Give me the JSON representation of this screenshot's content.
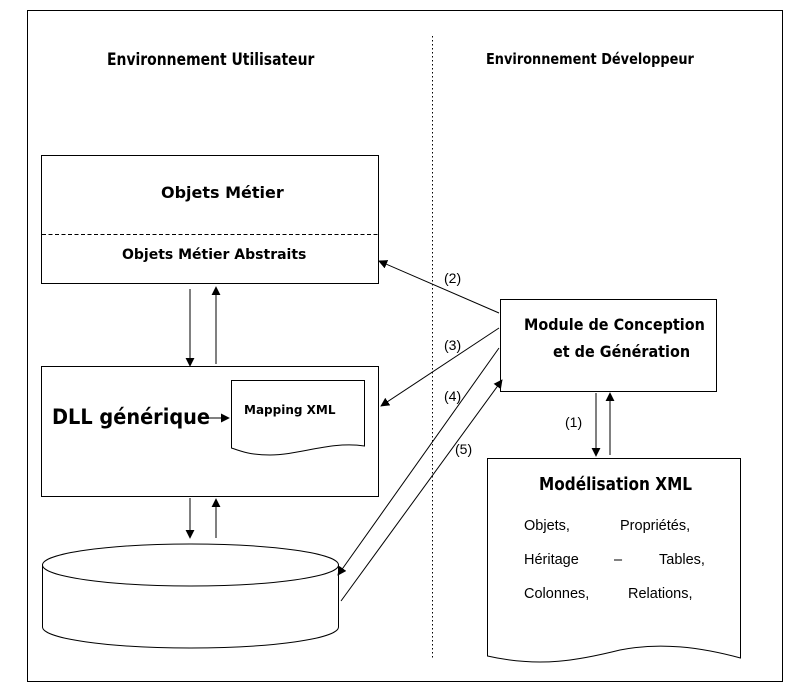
{
  "headings": {
    "user_env": "Environnement Utilisateur",
    "dev_env": "Environnement Développeur"
  },
  "business_box": {
    "top": "Objets Métier",
    "bottom": "Objets Métier Abstraits"
  },
  "dll_box": {
    "label": "DLL générique",
    "mapping_doc": "Mapping XML"
  },
  "module_box": {
    "line1": "Module de Conception",
    "line2": "et de Génération"
  },
  "xml_model_doc": {
    "title": "Modélisation XML",
    "rows": [
      [
        "Objets,",
        "Propriétés,"
      ],
      [
        "Héritage",
        "–",
        "Tables,"
      ],
      [
        "Colonnes,",
        "Relations,"
      ]
    ]
  },
  "steps": [
    "(1)",
    "(2)",
    "(3)",
    "(4)",
    "(5)"
  ],
  "colors": {
    "stroke": "#000000",
    "background": "#ffffff"
  }
}
